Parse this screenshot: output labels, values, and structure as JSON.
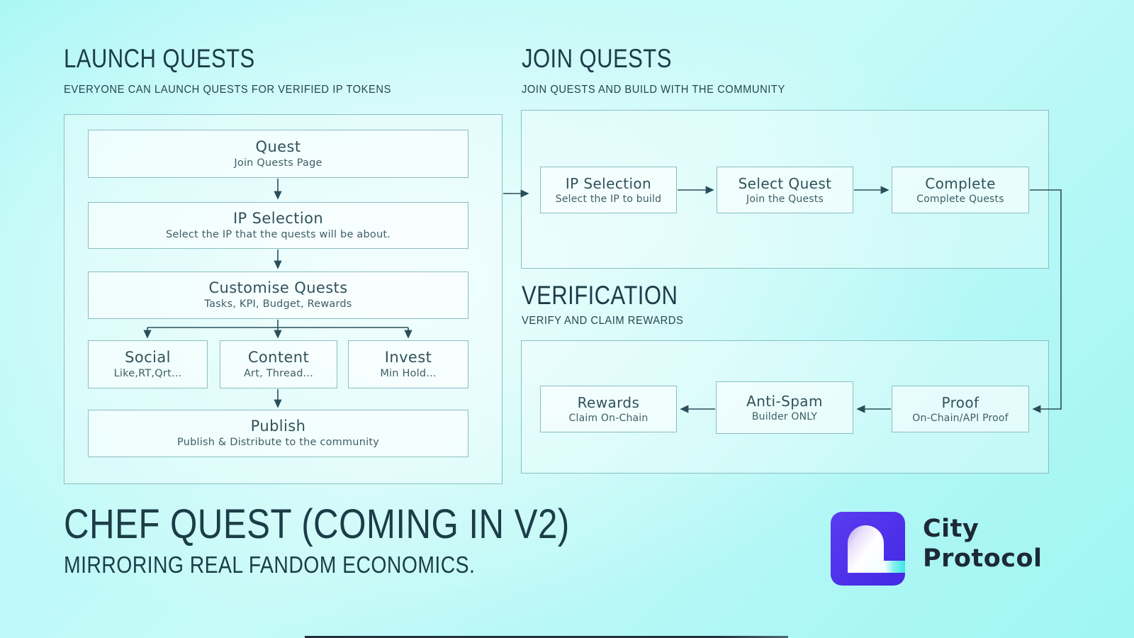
{
  "sections": {
    "launch": {
      "title": "LAUNCH QUESTS",
      "subtitle": "EVERYONE CAN LAUNCH QUESTS FOR VERIFIED IP TOKENS"
    },
    "join": {
      "title": "JOIN QUESTS",
      "subtitle": "JOIN QUESTS AND BUILD WITH THE COMMUNITY"
    },
    "verification": {
      "title": "VERIFICATION",
      "subtitle": "VERIFY AND CLAIM REWARDS"
    }
  },
  "launch_flow": {
    "quest": {
      "title": "Quest",
      "subtitle": "Join Quests Page"
    },
    "ip_selection": {
      "title": "IP Selection",
      "subtitle": "Select the IP that the quests will be about."
    },
    "customise": {
      "title": "Customise Quests",
      "subtitle": "Tasks, KPI, Budget, Rewards"
    },
    "social": {
      "title": "Social",
      "subtitle": "Like,RT,Qrt..."
    },
    "content": {
      "title": "Content",
      "subtitle": "Art, Thread..."
    },
    "invest": {
      "title": "Invest",
      "subtitle": "Min Hold..."
    },
    "publish": {
      "title": "Publish",
      "subtitle": "Publish & Distribute to the community"
    }
  },
  "join_flow": {
    "ip_selection": {
      "title": "IP Selection",
      "subtitle": "Select the IP to build"
    },
    "select_quest": {
      "title": "Select Quest",
      "subtitle": "Join the Quests"
    },
    "complete": {
      "title": "Complete",
      "subtitle": "Complete Quests"
    }
  },
  "verification_flow": {
    "rewards": {
      "title": "Rewards",
      "subtitle": "Claim On-Chain"
    },
    "anti_spam": {
      "title": "Anti-Spam",
      "subtitle": "Builder ONLY"
    },
    "proof": {
      "title": "Proof",
      "subtitle": "On-Chain/API Proof"
    }
  },
  "footer": {
    "title": "CHEF QUEST (COMING IN V2)",
    "subtitle": "MIRRORING REAL FANDOM ECONOMICS.",
    "brand_line1": "City",
    "brand_line2": "Protocol"
  },
  "colors": {
    "background_cyan": "#a9f7f6",
    "panel_border": "#8abec2",
    "heading_ink": "#1c3d48",
    "node_title_ink": "#30525a",
    "connector_line": "#2a4e59",
    "logo_purple": "#4b2fe9",
    "logo_cyan": "#3fe3e6",
    "brand_ink": "#1d2a35"
  }
}
